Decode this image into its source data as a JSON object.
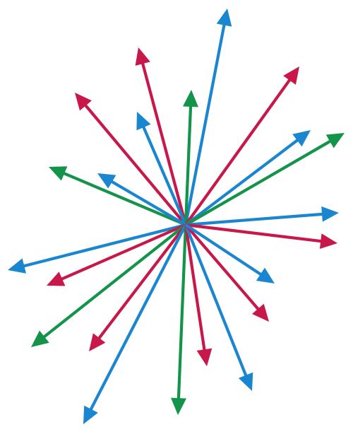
{
  "colors": {
    "blue": "#1b86d0",
    "red": "#c8184a",
    "green": "#14944a",
    "background": "#ffffff"
  },
  "arrows": [
    {
      "id": "blue-n",
      "color": "blue"
    },
    {
      "id": "red-nnw",
      "color": "red"
    },
    {
      "id": "red-nw",
      "color": "red"
    },
    {
      "id": "blue-nw-inner",
      "color": "blue"
    },
    {
      "id": "green-n",
      "color": "green"
    },
    {
      "id": "red-ne",
      "color": "red"
    },
    {
      "id": "blue-ene",
      "color": "blue"
    },
    {
      "id": "green-ene",
      "color": "green"
    },
    {
      "id": "green-wnw",
      "color": "green"
    },
    {
      "id": "blue-wnw",
      "color": "blue"
    },
    {
      "id": "blue-e",
      "color": "blue"
    },
    {
      "id": "red-e",
      "color": "red"
    },
    {
      "id": "blue-w",
      "color": "blue"
    },
    {
      "id": "red-wsw",
      "color": "red"
    },
    {
      "id": "green-sw",
      "color": "green"
    },
    {
      "id": "red-sw",
      "color": "red"
    },
    {
      "id": "blue-ssw",
      "color": "blue"
    },
    {
      "id": "green-s",
      "color": "green"
    },
    {
      "id": "red-s",
      "color": "red"
    },
    {
      "id": "blue-sse",
      "color": "blue"
    },
    {
      "id": "red-se",
      "color": "red"
    },
    {
      "id": "blue-ese",
      "color": "blue"
    }
  ]
}
